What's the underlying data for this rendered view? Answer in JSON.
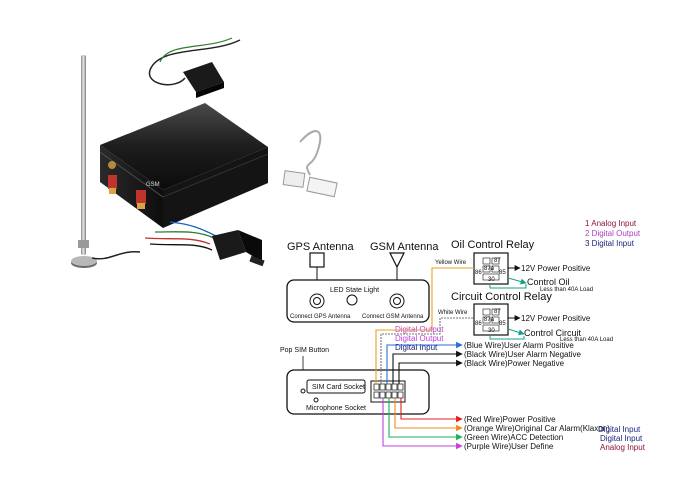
{
  "colors": {
    "line": "#111111",
    "yellow": "#e8a020",
    "blue": "#2a6fd6",
    "red": "#e02020",
    "orange": "#f08a1a",
    "green": "#19b25a",
    "purple": "#c040e0",
    "teal": "#14a08a",
    "legend_analog": "#8a1538",
    "legend_digital_output": "#b040c0",
    "legend_digital_input": "#1a237e"
  },
  "legend": [
    "1 Analog Input",
    "2 Digital Output",
    "3 Digital Input"
  ],
  "antennas": {
    "gps_title": "GPS Antenna",
    "gsm_title": "GSM Antenna"
  },
  "front_panel": {
    "led_label": "LED State Light",
    "gps_connect": "Connect GPS Antenna",
    "gsm_connect": "Connect GSM Antenna"
  },
  "oil_relay": {
    "title": "Oil Control Relay",
    "pins": [
      "87",
      "87a",
      "86",
      "85",
      "30"
    ],
    "input_wire": "Yellow Wire",
    "power": "12V Power Positive",
    "control": "Control Oil",
    "load": "Less than 40A Load"
  },
  "circuit_relay": {
    "title": "Circuit Control Relay",
    "pins": [
      "87",
      "87a",
      "86",
      "85",
      "30"
    ],
    "input_wire": "White Wire",
    "power": "12V Power Positive",
    "control": "Control Circuit",
    "load": "Less than 40A Load"
  },
  "io_labels": [
    "Digital Output",
    "Digital Output",
    "Digital Input"
  ],
  "back_panel": {
    "pop_sim": "Pop SIM Button",
    "sim_socket": "SIM Card Socket",
    "mic_socket": "Microphone Socket"
  },
  "upper_wires": [
    "(Blue Wire)User Alarm Positive",
    "(Black Wire)User Alarm Negative",
    "(Black Wire)Power Negative"
  ],
  "lower_wires": [
    {
      "label": "(Red Wire)Power Positive",
      "type": ""
    },
    {
      "label": "(Orange Wire)Original Car Alarm(Klaxon)",
      "type": "Digital Input"
    },
    {
      "label": "(Green Wire)ACC Detection",
      "type": "Digital Input"
    },
    {
      "label": "(Purple Wire)User Define",
      "type": "Analog Input"
    }
  ],
  "device_label": "GSM"
}
